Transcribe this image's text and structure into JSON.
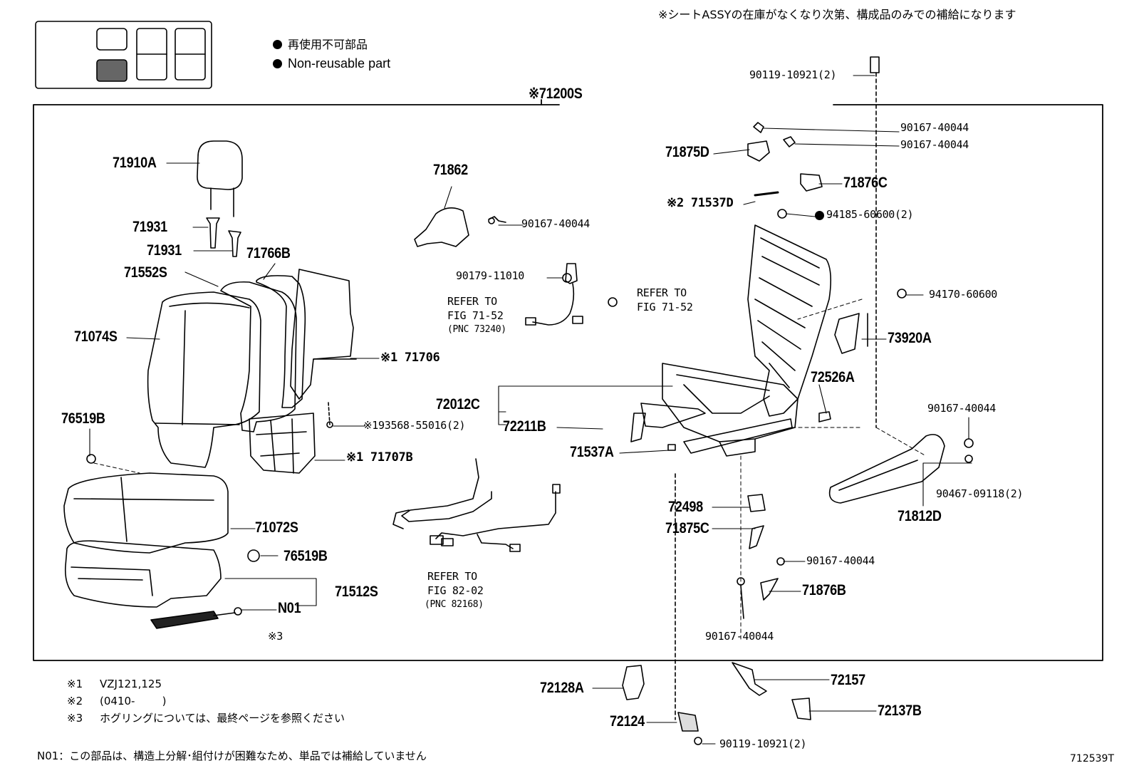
{
  "header_note": "※シートASSYの在庫がなくなり次第、構成品のみでの補給になります",
  "legend": {
    "items": [
      "再使用不可部品",
      "Non-reusable part"
    ]
  },
  "assembly_label": "※71200S",
  "parts": {
    "p71910A": "71910A",
    "p71931a": "71931",
    "p71931b": "71931",
    "p71766B": "71766B",
    "p71552S": "71552S",
    "p71074S": "71074S",
    "p71706": "※1 71706",
    "p193568": "※193568-55016(2)",
    "p71707B": "※1 71707B",
    "p76519Ba": "76519B",
    "p71072S": "71072S",
    "p76519Bb": "76519B",
    "p71512S": "71512S",
    "pN01": "N01",
    "pX3": "※3",
    "p71862": "71862",
    "p90167_a": "90167-40044",
    "p90179": "90179-11010",
    "refer1_l1": "REFER TO",
    "refer1_l2": "FIG 71-52",
    "refer1_l3": "(PNC 73240)",
    "refer2_l1": "REFER TO",
    "refer2_l2": "FIG 71-52",
    "p72012C": "72012C",
    "p72211B": "72211B",
    "p71537A": "71537A",
    "refer3_l1": "REFER TO",
    "refer3_l2": "FIG 82-02",
    "refer3_l3": "(PNC 82168)",
    "p90119_top": "90119-10921(2)",
    "p90167_b": "90167-40044",
    "p90167_c": "90167-40044",
    "p71875D": "71875D",
    "p71876C": "71876C",
    "p71537D": "※2 71537D",
    "p94185": "94185-60600(2)",
    "p94170": "94170-60600",
    "p73920A": "73920A",
    "p72526A": "72526A",
    "p90167_d": "90167-40044",
    "p90467": "90467-09118(2)",
    "p71812D": "71812D",
    "p72498": "72498",
    "p71875C": "71875C",
    "p90167_e": "90167-40044",
    "p71876B": "71876B",
    "p90167_f": "90167-40044",
    "p72128A": "72128A",
    "p72157": "72157",
    "p72137B": "72137B",
    "p72124": "72124",
    "p90119_bot": "90119-10921(2)"
  },
  "footnotes": {
    "n1_mark": "※1",
    "n1_text": "VZJ121,125",
    "n2_mark": "※2",
    "n2_text": "(0410-        )",
    "n3_mark": "※3",
    "n3_text": "ホグリングについては、最終ページを参照ください",
    "n01": "N01：この部品は、構造上分解･組付けが困難なため、単品では補給していません"
  },
  "figure_id": "712539T"
}
